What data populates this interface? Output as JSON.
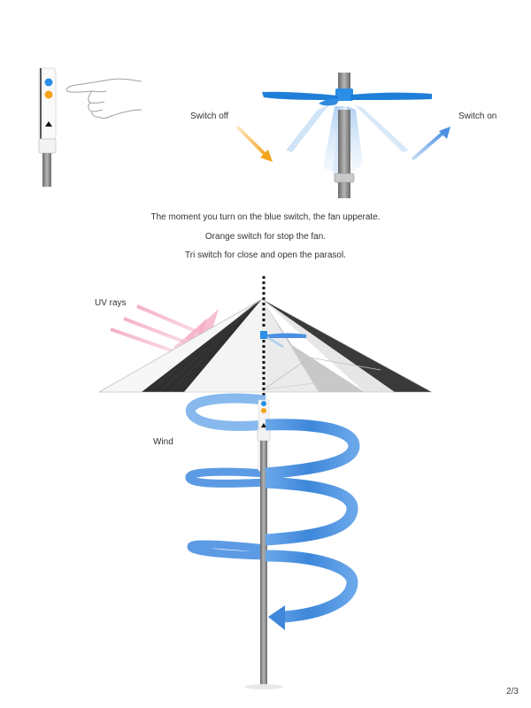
{
  "labels": {
    "switch_off": "Switch off",
    "switch_on": "Switch on",
    "uv_rays": "UV rays",
    "wind": "Wind"
  },
  "captions": [
    "The moment you turn on the blue switch, the fan upperate.",
    "Orange switch for stop the fan.",
    "Tri switch for close and open the parasol."
  ],
  "page_number": "2/3",
  "colors": {
    "blue_switch": "#2a8fe6",
    "orange_switch": "#f5a21c",
    "wind_blue": "#4a90e2",
    "uv_pink": "#f4a7c0",
    "canopy_dark": "#3a3a3a",
    "fan_blue": "#1f7fd8"
  },
  "icons": [
    "pointing-hand-icon",
    "triangle-switch-icon",
    "arrow-icon"
  ]
}
